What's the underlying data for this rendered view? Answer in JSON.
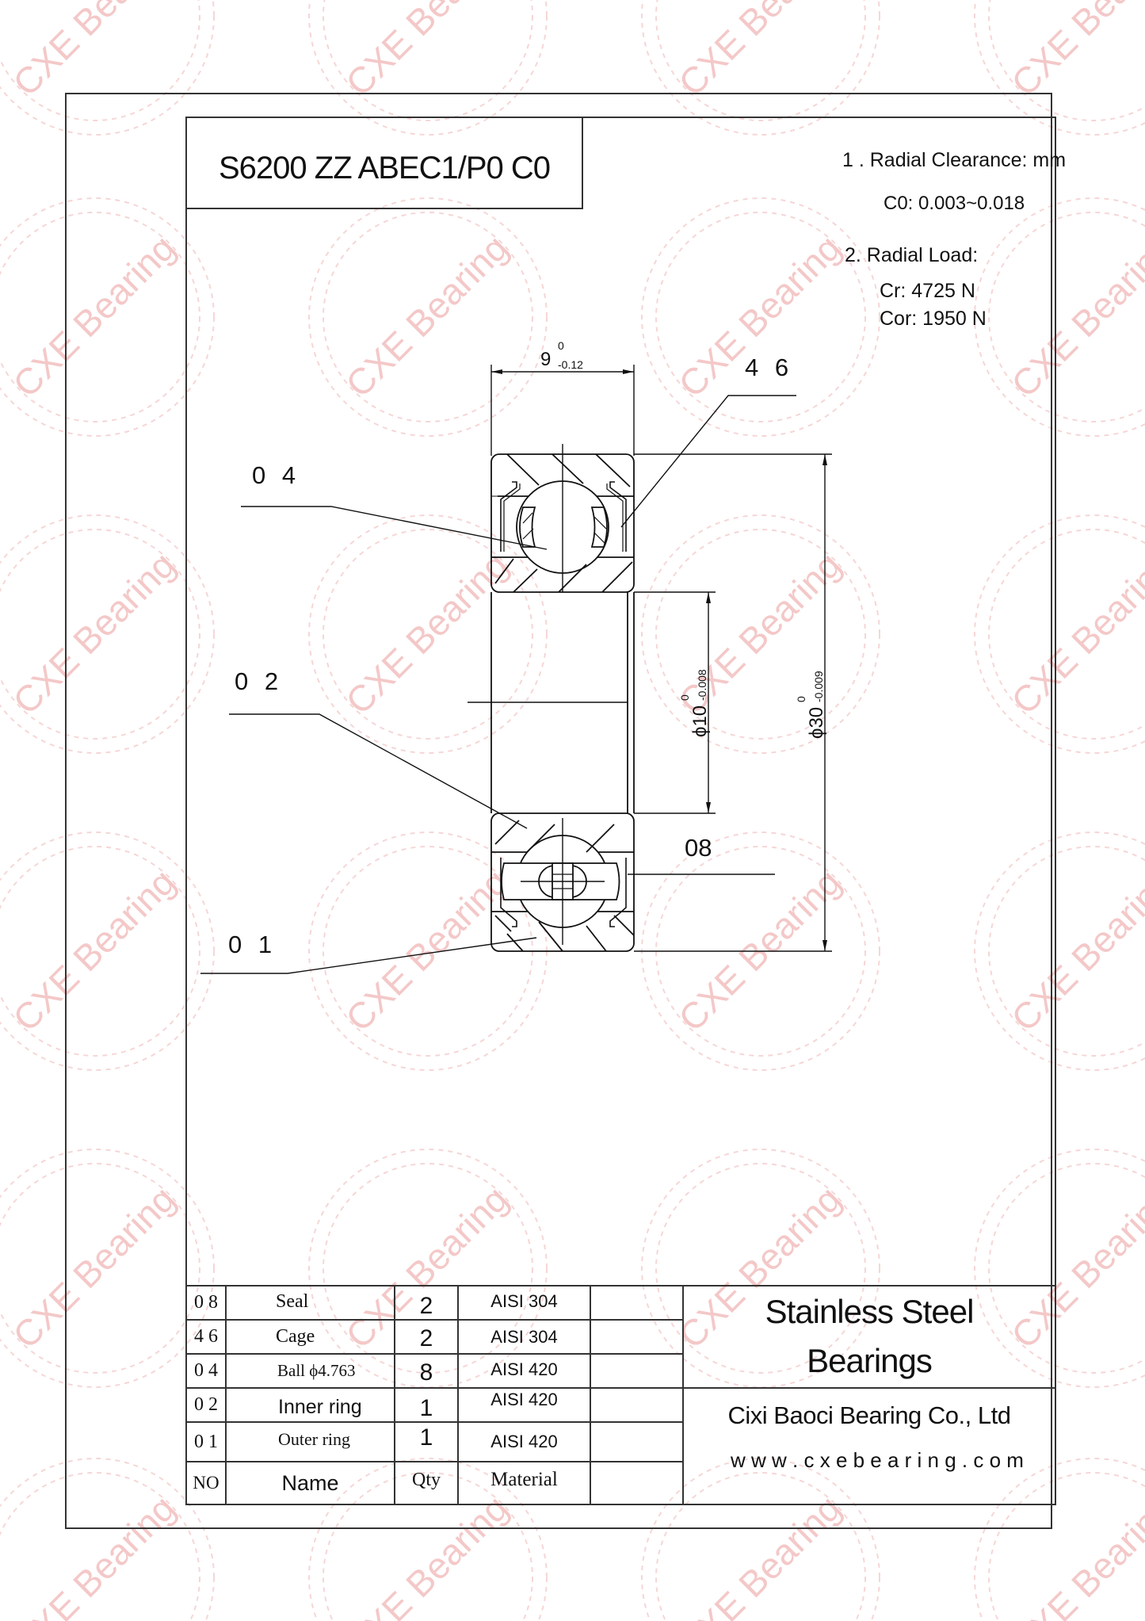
{
  "watermark": {
    "text": "CXE Bearing",
    "color": "#f4c8c8"
  },
  "title_block": {
    "part_number": "S6200 ZZ ABEC1/P0 C0"
  },
  "notes": {
    "clearance_heading": "1 . Radial Clearance: mm",
    "clearance_value": "C0: 0.003~0.018",
    "load_heading": "2. Radial Load:",
    "cr": "Cr:  4725 N",
    "cor": "Cor: 1950 N"
  },
  "dimensions": {
    "width": {
      "nominal": "9",
      "upper": "0",
      "lower": "-0.12"
    },
    "bore": {
      "nominal": "ϕ10",
      "upper": "0",
      "lower": "-0.008"
    },
    "outer": {
      "nominal": "ϕ30",
      "upper": "0",
      "lower": "-0.009"
    }
  },
  "callouts": [
    {
      "id": "46",
      "label": "4 6"
    },
    {
      "id": "04",
      "label": "0 4"
    },
    {
      "id": "02",
      "label": "0 2"
    },
    {
      "id": "08",
      "label": "08"
    },
    {
      "id": "01",
      "label": "0 1"
    }
  ],
  "parts_table": {
    "headers": {
      "no": "NO",
      "name": "Name",
      "qty": "Qty",
      "material": "Material"
    },
    "rows": [
      {
        "no": "0 8",
        "name": "Seal",
        "qty": "2",
        "material": "AISI 304"
      },
      {
        "no": "4 6",
        "name": "Cage",
        "qty": "2",
        "material": "AISI 304"
      },
      {
        "no": "0 4",
        "name": "Ball ϕ4.763",
        "qty": "8",
        "material": "AISI 420"
      },
      {
        "no": "0 2",
        "name": "Inner ring",
        "qty": "1",
        "material": "AISI 420"
      },
      {
        "no": "0 1",
        "name": "Outer ring",
        "qty": "1",
        "material": "AISI 420"
      }
    ]
  },
  "company_block": {
    "product_line_1": "Stainless Steel",
    "product_line_2": "Bearings",
    "company": "Cixi Baoci Bearing Co., Ltd",
    "website": "w w w . c x e b e a r i n g . c o m"
  }
}
